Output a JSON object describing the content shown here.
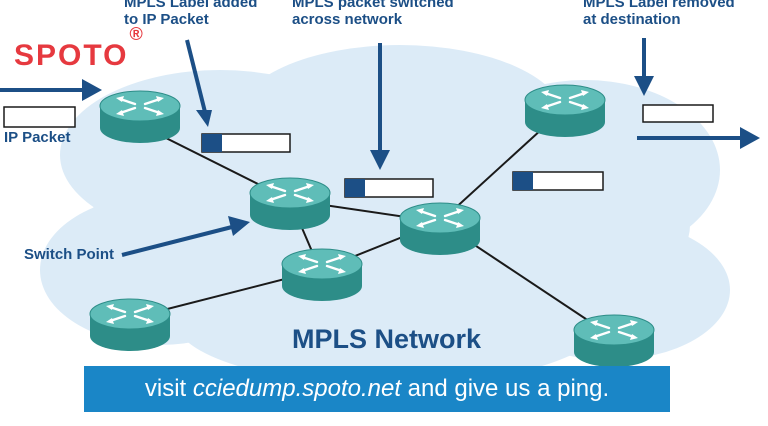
{
  "brand": {
    "name": "SPOTO",
    "mark": "®",
    "color": "#e6393f"
  },
  "labels": {
    "label_added": [
      "MPLS Label added",
      "to IP Packet"
    ],
    "packet_switched": [
      "MPLS packet switched",
      "across network"
    ],
    "label_removed": [
      "MPLS Label removed",
      "at destination"
    ],
    "ip_packet": "IP Packet",
    "switch_point": "Switch Point"
  },
  "network_title": "MPLS Network",
  "banner": {
    "prefix": "visit ",
    "link": "cciedump.spoto.net",
    "suffix": " and give us a ping.",
    "background": "#1a86c7"
  },
  "colors": {
    "accent": "#1c4f86",
    "router_top": "#5fbdb8",
    "router_side": "#2d8d88",
    "cloud": "#dcebf7",
    "label_fill": "#1c4f86"
  },
  "icons": {
    "router": "router-icon",
    "arrow": "arrow-icon",
    "packet": "packet-icon"
  }
}
